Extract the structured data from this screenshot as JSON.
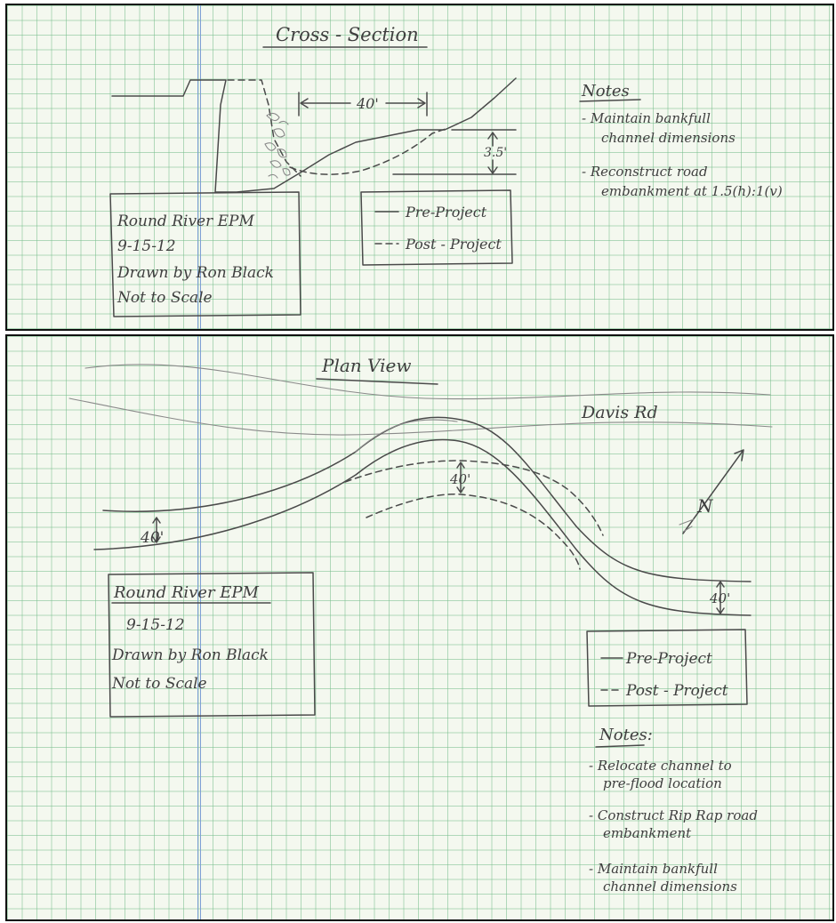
{
  "cross_section": {
    "title": "Cross - Section",
    "dim_width": "40'",
    "dim_depth": "3.5'",
    "info": [
      "Round River EPM",
      "9-15-12",
      "Drawn by Ron Black",
      "Not to Scale"
    ],
    "legend": {
      "pre": "Pre-Project",
      "post": "Post - Project"
    },
    "notes_title": "Notes",
    "notes": [
      [
        "- Maintain bankfull",
        "channel dimensions"
      ],
      [
        "- Reconstruct road",
        "embankment at 1.5(h):1(v)"
      ]
    ]
  },
  "plan_view": {
    "title": "Plan View",
    "road_label": "Davis Rd",
    "dim_left": "40'",
    "dim_top": "40'",
    "dim_right": "40'",
    "north": "N",
    "info": [
      "Round River EPM",
      "9-15-12",
      "Drawn by Ron Black",
      "Not to Scale"
    ],
    "legend": {
      "pre": "Pre-Project",
      "post": "Post - Project"
    },
    "notes_title": "Notes:",
    "notes": [
      [
        "- Relocate channel to",
        "pre-flood location"
      ],
      [
        "- Construct Rip Rap road",
        "embankment"
      ],
      [
        "- Maintain bankfull",
        "channel dimensions"
      ]
    ]
  }
}
